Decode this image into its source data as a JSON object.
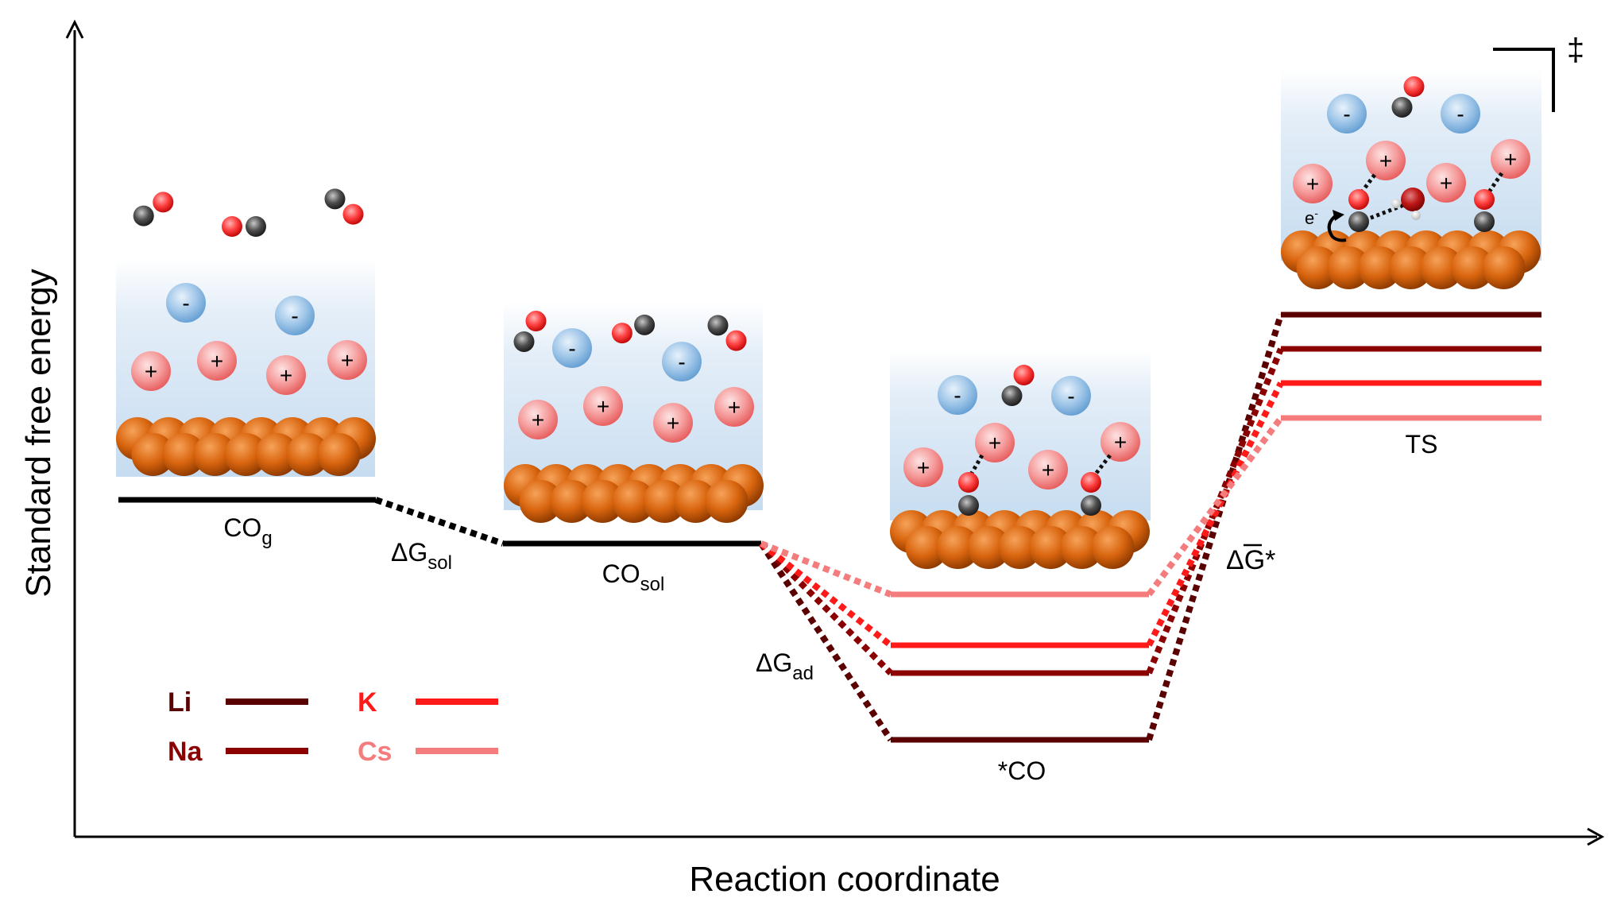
{
  "axes": {
    "ylabel": "Standard free energy",
    "xlabel": "Reaction coordinate"
  },
  "states": {
    "co_g": {
      "label": "CO",
      "sub": "g"
    },
    "co_sol": {
      "label": "CO",
      "sub": "sol"
    },
    "co_ads": {
      "label": "*CO"
    },
    "ts": {
      "label": "TS"
    }
  },
  "transitions": {
    "dg_sol": {
      "label": "ΔG",
      "sub": "sol"
    },
    "dg_ad": {
      "label": "ΔG",
      "sub": "ad"
    },
    "dg_act": {
      "label": "ΔG",
      "bar": "‾",
      "star": "*"
    }
  },
  "ts_symbol": "‡",
  "cations": [
    {
      "name": "Li",
      "color": "#5a0000"
    },
    {
      "name": "Na",
      "color": "#8b0000"
    },
    {
      "name": "K",
      "color": "#ff1a1a"
    },
    {
      "name": "Cs",
      "color": "#f47c7c"
    }
  ],
  "ion_signs": {
    "plus": "+",
    "minus": "-"
  },
  "electron": {
    "label": "e",
    "sup": "-"
  }
}
